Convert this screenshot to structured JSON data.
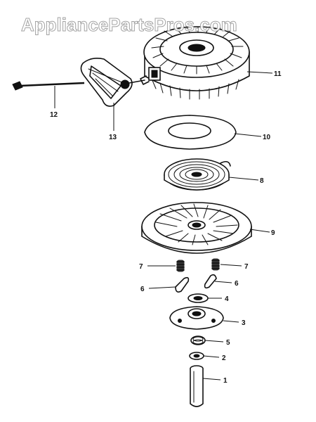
{
  "watermark": "AppliancePartsPros.com",
  "callouts": {
    "c1": "1",
    "c2": "2",
    "c3": "3",
    "c4": "4",
    "c5": "5",
    "c6a": "6",
    "c6b": "6",
    "c7a": "7",
    "c7b": "7",
    "c8": "8",
    "c9": "9",
    "c10": "10",
    "c11": "11",
    "c12": "12",
    "c13": "13"
  }
}
